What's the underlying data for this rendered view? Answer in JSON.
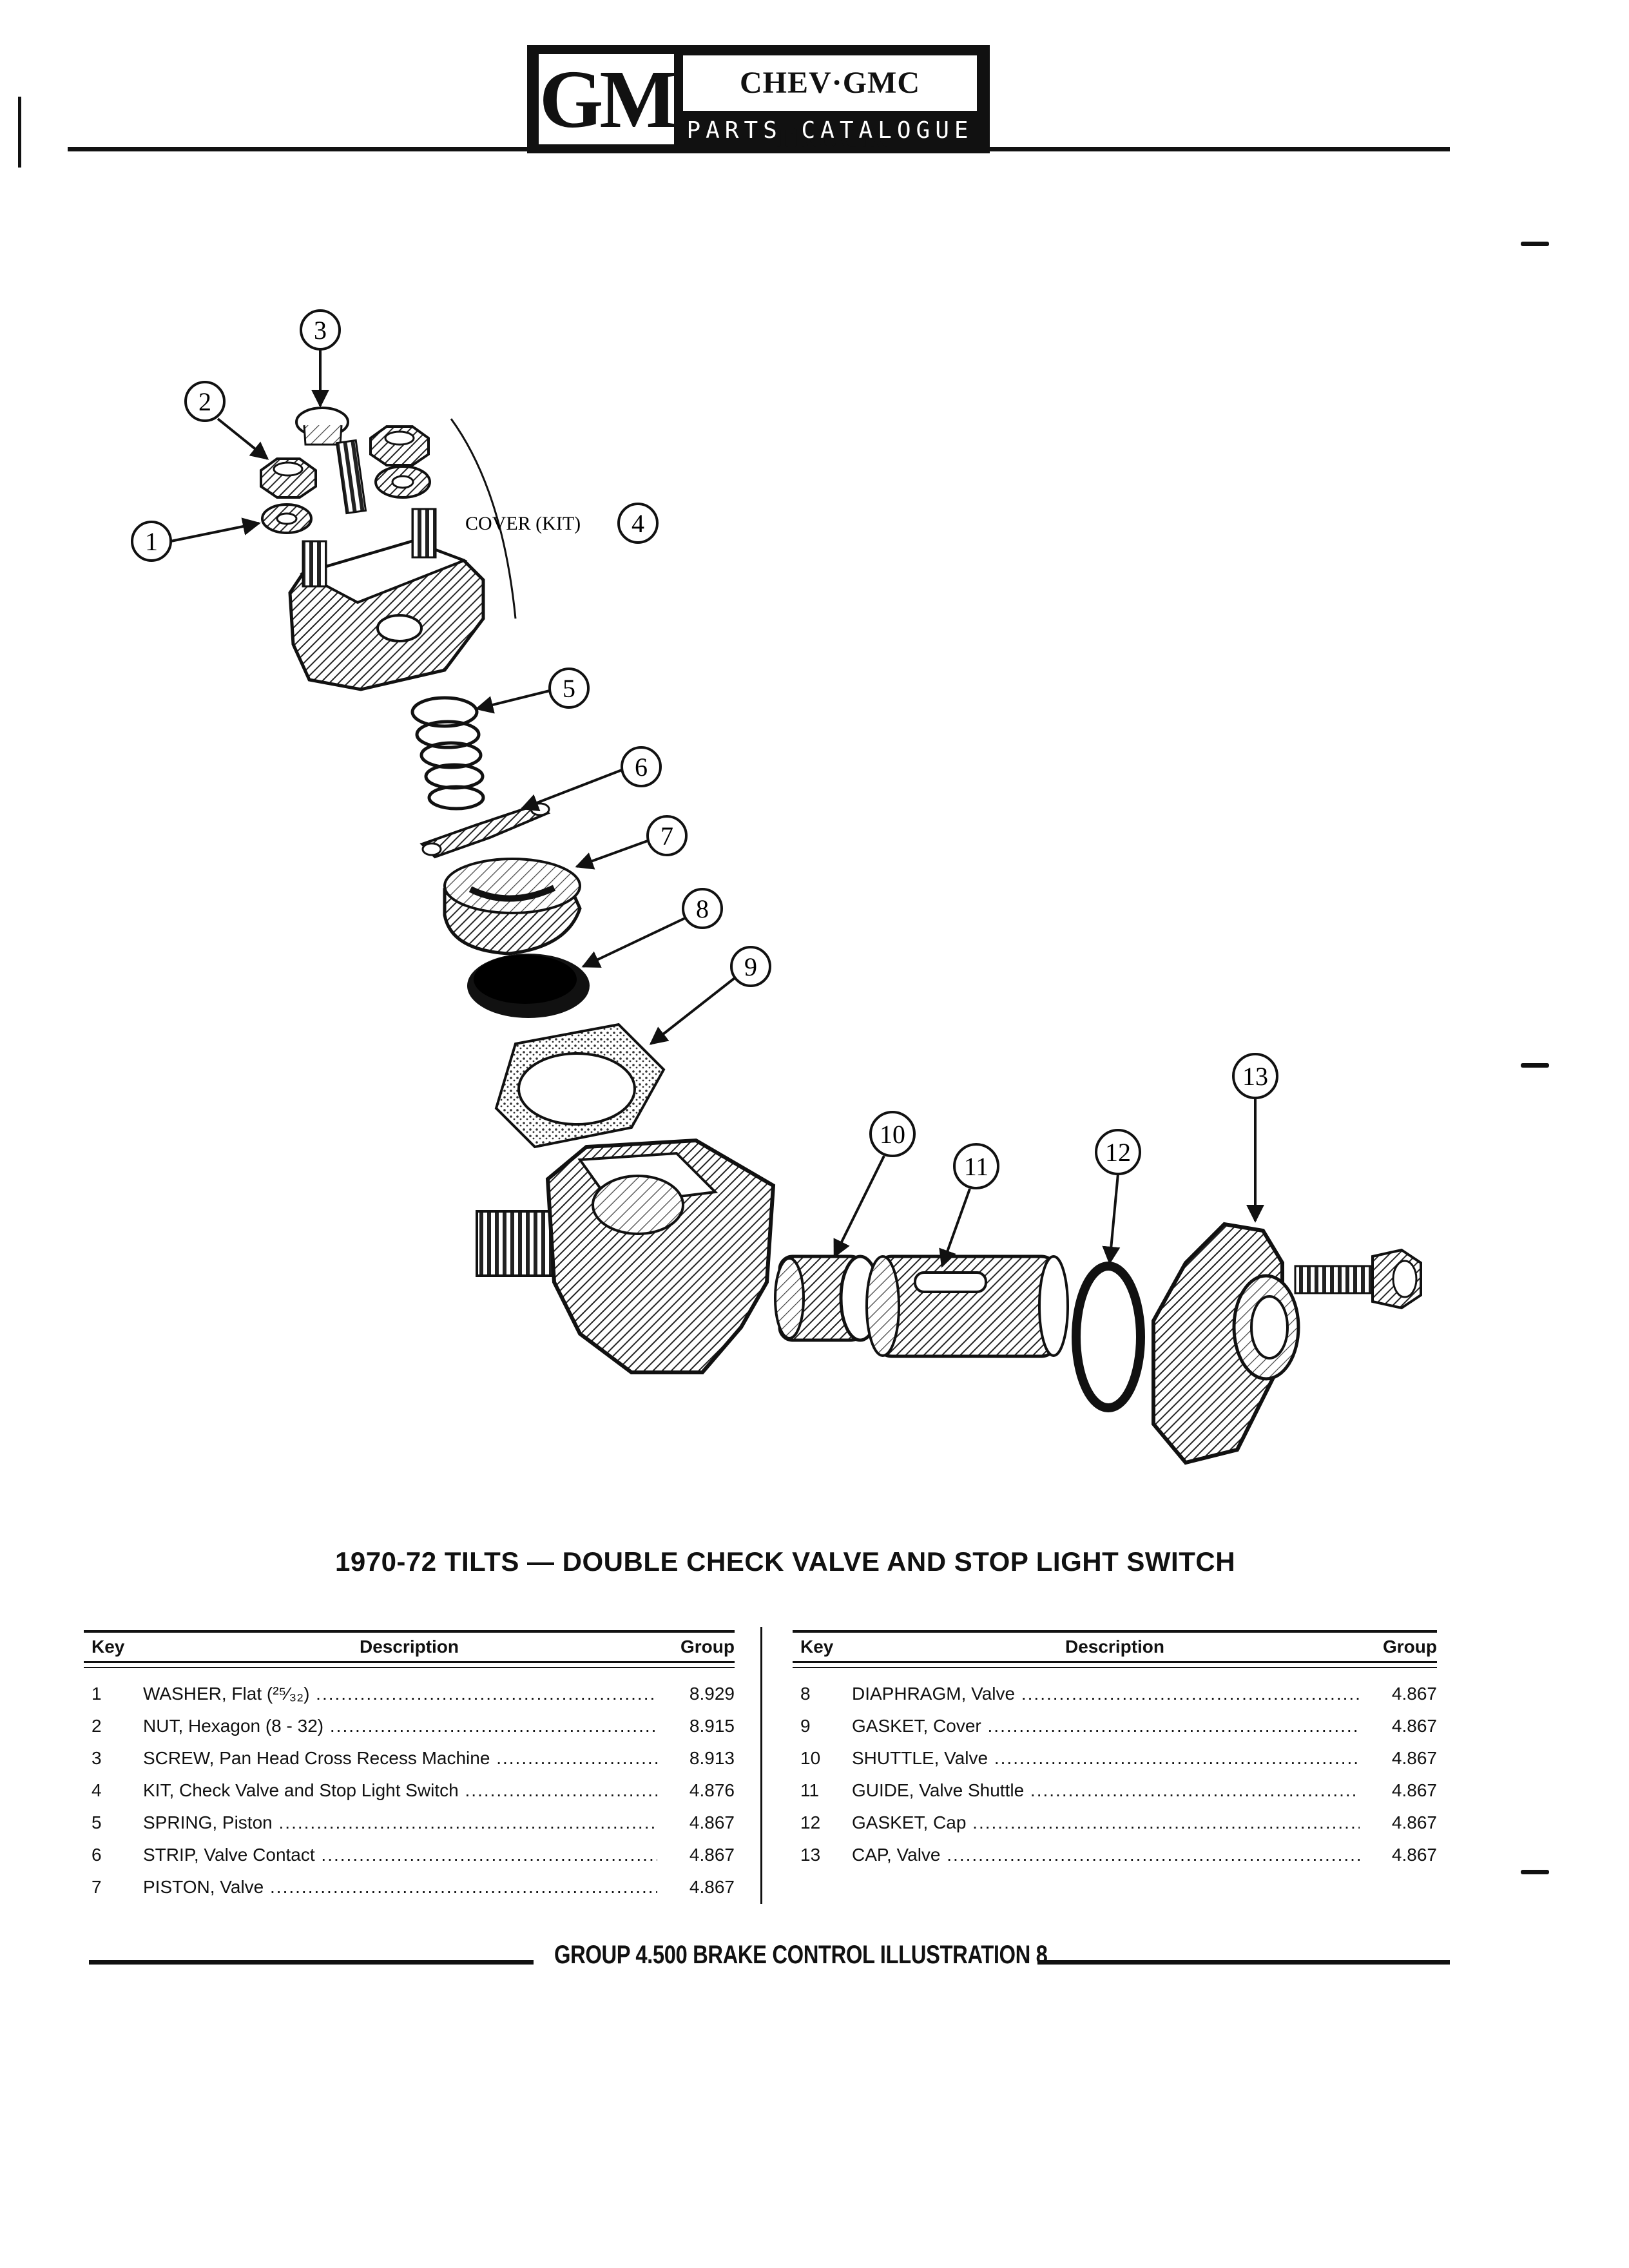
{
  "header": {
    "logo_text": "GM",
    "title": "CHEV·GMC TRUCK",
    "subtitle": "PARTS CATALOGUE"
  },
  "illustration": {
    "callouts": [
      "1",
      "2",
      "3",
      "4",
      "5",
      "6",
      "7",
      "8",
      "9",
      "10",
      "11",
      "12",
      "13"
    ],
    "cover_label": "COVER (KIT)"
  },
  "figure_title": "1970-72 TILTS — DOUBLE CHECK VALVE AND STOP LIGHT SWITCH",
  "parts_table": {
    "headers": {
      "key": "Key",
      "description": "Description",
      "group": "Group"
    },
    "left_rows": [
      {
        "key": "1",
        "description": "WASHER, Flat (²⁵⁄₃₂)",
        "group": "8.929"
      },
      {
        "key": "2",
        "description": "NUT, Hexagon (8 - 32)",
        "group": "8.915"
      },
      {
        "key": "3",
        "description": "SCREW, Pan Head Cross Recess Machine",
        "group": "8.913"
      },
      {
        "key": "4",
        "description": "KIT, Check Valve and Stop Light Switch",
        "group": "4.876"
      },
      {
        "key": "5",
        "description": "SPRING, Piston",
        "group": "4.867"
      },
      {
        "key": "6",
        "description": "STRIP, Valve Contact",
        "group": "4.867"
      },
      {
        "key": "7",
        "description": "PISTON, Valve",
        "group": "4.867"
      }
    ],
    "right_rows": [
      {
        "key": "8",
        "description": "DIAPHRAGM, Valve",
        "group": "4.867"
      },
      {
        "key": "9",
        "description": "GASKET, Cover",
        "group": "4.867"
      },
      {
        "key": "10",
        "description": "SHUTTLE, Valve",
        "group": "4.867"
      },
      {
        "key": "11",
        "description": "GUIDE, Valve Shuttle",
        "group": "4.867"
      },
      {
        "key": "12",
        "description": "GASKET, Cap",
        "group": "4.867"
      },
      {
        "key": "13",
        "description": "CAP, Valve",
        "group": "4.867"
      }
    ]
  },
  "footer": {
    "text": "GROUP 4.500 BRAKE CONTROL ILLUSTRATION 8"
  }
}
